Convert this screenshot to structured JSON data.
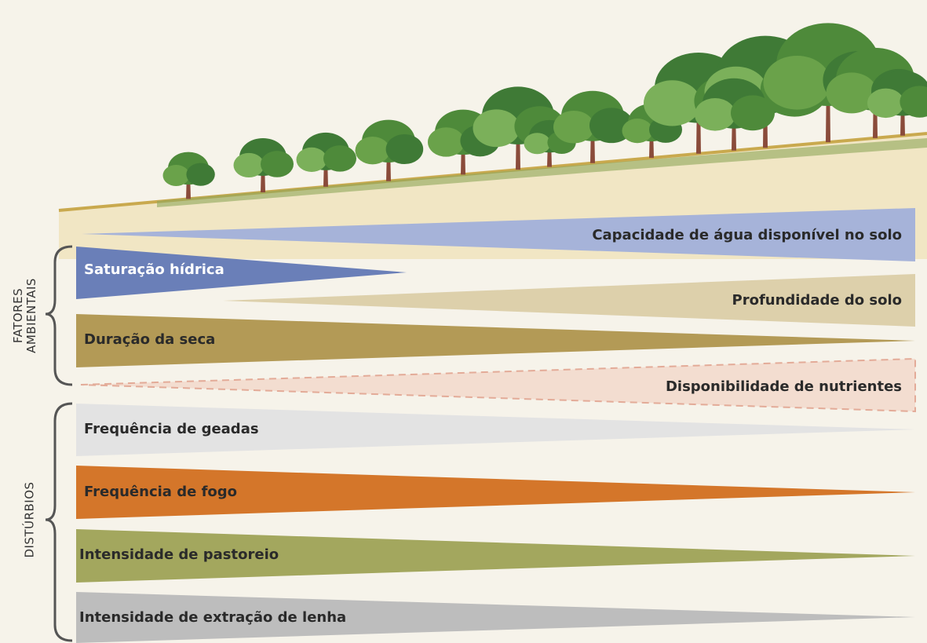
{
  "groups": {
    "environmental": {
      "line1": "FATORES",
      "line2": "AMBIENTAIS"
    },
    "disturbances": {
      "label": "DISTÚRBIOS"
    }
  },
  "gradients": {
    "water_capacity": {
      "label": "Capacidade de água disponível no solo",
      "color": "#a6b3d9"
    },
    "waterlogging": {
      "label": "Saturação hídrica",
      "color": "#6a7fb8"
    },
    "soil_depth": {
      "label": "Profundidade do solo",
      "color": "#ddd0ab"
    },
    "drought_duration": {
      "label": "Duração da seca",
      "color": "#b39a56"
    },
    "nutrients": {
      "label": "Disponibilidade de nutrientes",
      "color": "#f3ddd0",
      "border": "#e3ab98"
    },
    "frost": {
      "label": "Frequência de geadas",
      "color": "#e3e3e3"
    },
    "fire": {
      "label": "Frequência de fogo",
      "color": "#d4762a"
    },
    "grazing": {
      "label": "Intensidade de pastoreio",
      "color": "#a3a75e"
    },
    "firewood": {
      "label": "Intensidade de extração de lenha",
      "color": "#bdbdbd"
    }
  }
}
